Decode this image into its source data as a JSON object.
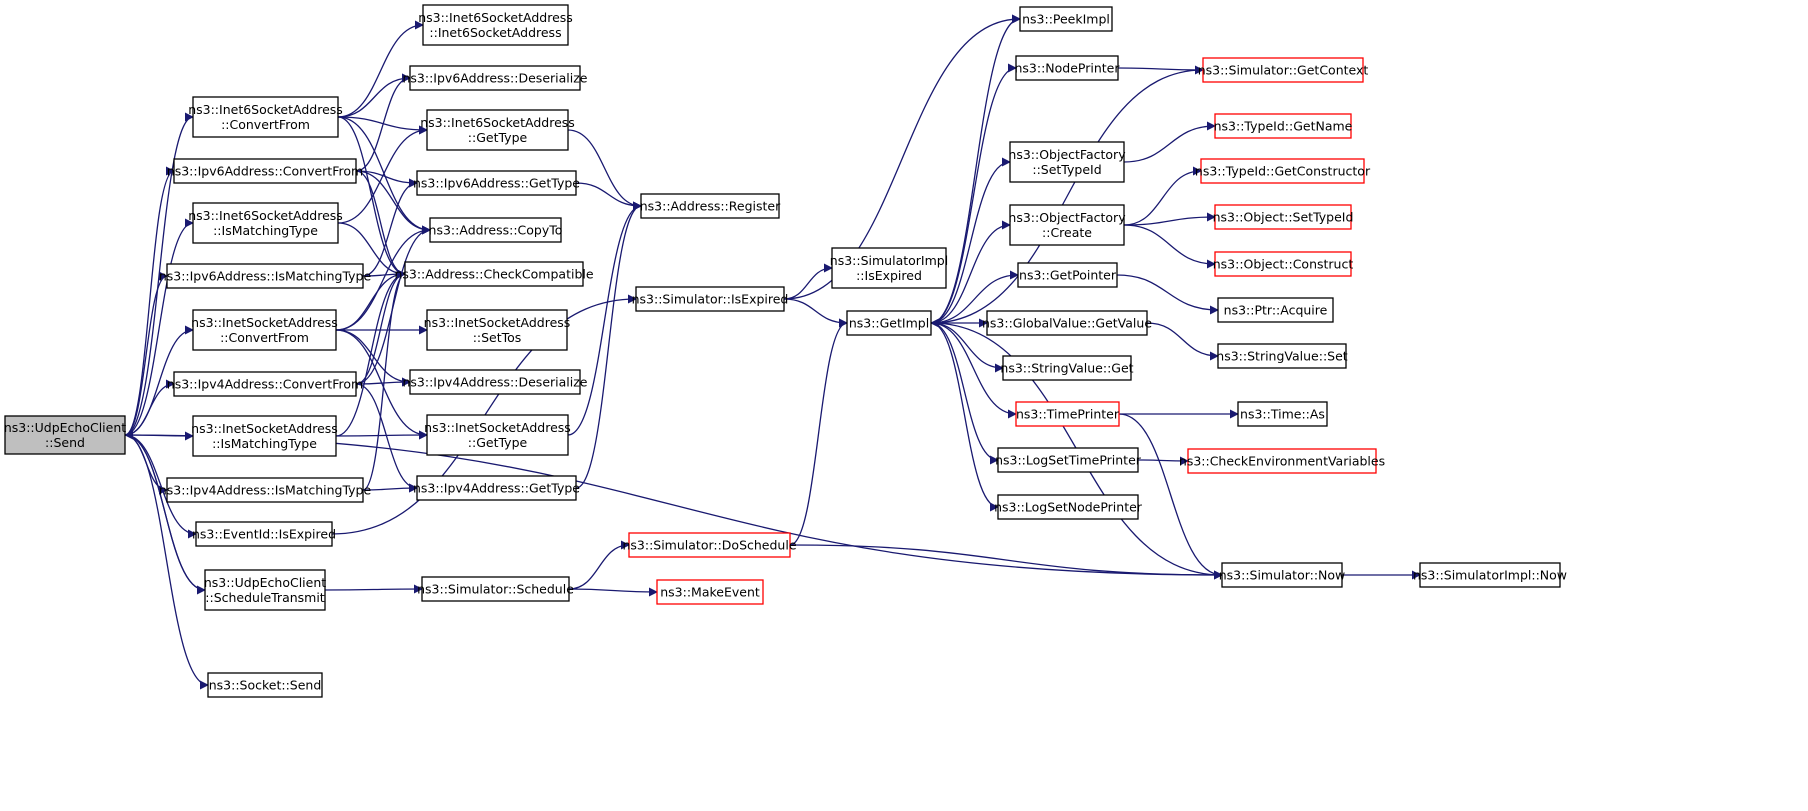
{
  "title": "",
  "colors": {
    "edge": "#191970",
    "border": "#000000",
    "truncated_border": "#ff0000",
    "root_fill": "#bfbfbf"
  },
  "nodes": [
    {
      "id": "send",
      "lines": [
        "ns3::UdpEchoClient",
        "::Send"
      ],
      "root": true
    },
    {
      "id": "i6s_convert",
      "lines": [
        "ns3::Inet6SocketAddress",
        "::ConvertFrom"
      ]
    },
    {
      "id": "ip6_convert",
      "lines": [
        "ns3::Ipv6Address::ConvertFrom"
      ]
    },
    {
      "id": "i6s_ismatch",
      "lines": [
        "ns3::Inet6SocketAddress",
        "::IsMatchingType"
      ]
    },
    {
      "id": "ip6_ismatch",
      "lines": [
        "ns3::Ipv6Address::IsMatchingType"
      ]
    },
    {
      "id": "is_convert",
      "lines": [
        "ns3::InetSocketAddress",
        "::ConvertFrom"
      ]
    },
    {
      "id": "ip4_convert",
      "lines": [
        "ns3::Ipv4Address::ConvertFrom"
      ]
    },
    {
      "id": "is_ismatch",
      "lines": [
        "ns3::InetSocketAddress",
        "::IsMatchingType"
      ]
    },
    {
      "id": "ip4_ismatch",
      "lines": [
        "ns3::Ipv4Address::IsMatchingType"
      ]
    },
    {
      "id": "eventid",
      "lines": [
        "ns3::EventId::IsExpired"
      ]
    },
    {
      "id": "schedtx",
      "lines": [
        "ns3::UdpEchoClient",
        "::ScheduleTransmit"
      ]
    },
    {
      "id": "socksend",
      "lines": [
        "ns3::Socket::Send"
      ]
    },
    {
      "id": "i6s_ctor",
      "lines": [
        "ns3::Inet6SocketAddress",
        "::Inet6SocketAddress"
      ]
    },
    {
      "id": "ip6_deser",
      "lines": [
        "ns3::Ipv6Address::Deserialize"
      ]
    },
    {
      "id": "i6s_gettype",
      "lines": [
        "ns3::Inet6SocketAddress",
        "::GetType"
      ]
    },
    {
      "id": "ip6_gettype",
      "lines": [
        "ns3::Ipv6Address::GetType"
      ]
    },
    {
      "id": "copyto",
      "lines": [
        "ns3::Address::CopyTo"
      ]
    },
    {
      "id": "checkcompat",
      "lines": [
        "ns3::Address::CheckCompatible"
      ]
    },
    {
      "id": "settos",
      "lines": [
        "ns3::InetSocketAddress",
        "::SetTos"
      ]
    },
    {
      "id": "ip4_deser",
      "lines": [
        "ns3::Ipv4Address::Deserialize"
      ]
    },
    {
      "id": "is_gettype",
      "lines": [
        "ns3::InetSocketAddress",
        "::GetType"
      ]
    },
    {
      "id": "ip4_gettype",
      "lines": [
        "ns3::Ipv4Address::GetType"
      ]
    },
    {
      "id": "register",
      "lines": [
        "ns3::Address::Register"
      ]
    },
    {
      "id": "sim_isexpired",
      "lines": [
        "ns3::Simulator::IsExpired"
      ]
    },
    {
      "id": "sim_schedule",
      "lines": [
        "ns3::Simulator::Schedule"
      ]
    },
    {
      "id": "doschedule",
      "lines": [
        "ns3::Simulator::DoSchedule"
      ],
      "truncated": true
    },
    {
      "id": "makeevent",
      "lines": [
        "ns3::MakeEvent"
      ],
      "truncated": true
    },
    {
      "id": "simimpl_isexpired",
      "lines": [
        "ns3::SimulatorImpl",
        "::IsExpired"
      ]
    },
    {
      "id": "getimpl",
      "lines": [
        "ns3::GetImpl"
      ]
    },
    {
      "id": "peekimpl",
      "lines": [
        "ns3::PeekImpl"
      ]
    },
    {
      "id": "nodeprinter",
      "lines": [
        "ns3::NodePrinter"
      ]
    },
    {
      "id": "of_settypeid",
      "lines": [
        "ns3::ObjectFactory",
        "::SetTypeId"
      ]
    },
    {
      "id": "of_create",
      "lines": [
        "ns3::ObjectFactory",
        "::Create"
      ]
    },
    {
      "id": "getpointer",
      "lines": [
        "ns3::GetPointer"
      ]
    },
    {
      "id": "gv_getvalue",
      "lines": [
        "ns3::GlobalValue::GetValue"
      ]
    },
    {
      "id": "sv_get",
      "lines": [
        "ns3::StringValue::Get"
      ]
    },
    {
      "id": "timeprinter",
      "lines": [
        "ns3::TimePrinter"
      ],
      "truncated": true
    },
    {
      "id": "logsettime",
      "lines": [
        "ns3::LogSetTimePrinter"
      ]
    },
    {
      "id": "logsetnode",
      "lines": [
        "ns3::LogSetNodePrinter"
      ]
    },
    {
      "id": "getcontext",
      "lines": [
        "ns3::Simulator::GetContext"
      ],
      "truncated": true
    },
    {
      "id": "tid_getname",
      "lines": [
        "ns3::TypeId::GetName"
      ],
      "truncated": true
    },
    {
      "id": "tid_getctor",
      "lines": [
        "ns3::TypeId::GetConstructor"
      ],
      "truncated": true
    },
    {
      "id": "obj_settypeid",
      "lines": [
        "ns3::Object::SetTypeId"
      ],
      "truncated": true
    },
    {
      "id": "obj_construct",
      "lines": [
        "ns3::Object::Construct"
      ],
      "truncated": true
    },
    {
      "id": "ptr_acquire",
      "lines": [
        "ns3::Ptr::Acquire"
      ]
    },
    {
      "id": "sv_set",
      "lines": [
        "ns3::StringValue::Set"
      ]
    },
    {
      "id": "time_as",
      "lines": [
        "ns3::Time::As"
      ]
    },
    {
      "id": "checkenv",
      "lines": [
        "ns3::CheckEnvironmentVariables"
      ],
      "truncated": true
    },
    {
      "id": "sim_now",
      "lines": [
        "ns3::Simulator::Now"
      ]
    },
    {
      "id": "simimpl_now",
      "lines": [
        "ns3::SimulatorImpl::Now"
      ]
    }
  ],
  "edges": [
    [
      "send",
      "i6s_convert"
    ],
    [
      "send",
      "ip6_convert"
    ],
    [
      "send",
      "i6s_ismatch"
    ],
    [
      "send",
      "ip6_ismatch"
    ],
    [
      "send",
      "is_convert"
    ],
    [
      "send",
      "ip4_convert"
    ],
    [
      "send",
      "is_ismatch"
    ],
    [
      "send",
      "ip4_ismatch"
    ],
    [
      "send",
      "eventid"
    ],
    [
      "send",
      "schedtx"
    ],
    [
      "send",
      "socksend"
    ],
    [
      "send",
      "sim_now"
    ],
    [
      "schedtx",
      "send"
    ],
    [
      "i6s_convert",
      "i6s_ctor"
    ],
    [
      "i6s_convert",
      "ip6_deser"
    ],
    [
      "i6s_convert",
      "i6s_gettype"
    ],
    [
      "i6s_convert",
      "copyto"
    ],
    [
      "i6s_convert",
      "checkcompat"
    ],
    [
      "ip6_convert",
      "ip6_deser"
    ],
    [
      "ip6_convert",
      "ip6_gettype"
    ],
    [
      "ip6_convert",
      "copyto"
    ],
    [
      "ip6_convert",
      "checkcompat"
    ],
    [
      "i6s_ismatch",
      "i6s_gettype"
    ],
    [
      "i6s_ismatch",
      "checkcompat"
    ],
    [
      "ip6_ismatch",
      "ip6_gettype"
    ],
    [
      "ip6_ismatch",
      "checkcompat"
    ],
    [
      "is_convert",
      "copyto"
    ],
    [
      "is_convert",
      "checkcompat"
    ],
    [
      "is_convert",
      "settos"
    ],
    [
      "is_convert",
      "ip4_deser"
    ],
    [
      "is_convert",
      "is_gettype"
    ],
    [
      "ip4_convert",
      "copyto"
    ],
    [
      "ip4_convert",
      "checkcompat"
    ],
    [
      "ip4_convert",
      "ip4_deser"
    ],
    [
      "ip4_convert",
      "ip4_gettype"
    ],
    [
      "is_ismatch",
      "is_gettype"
    ],
    [
      "is_ismatch",
      "checkcompat"
    ],
    [
      "ip4_ismatch",
      "ip4_gettype"
    ],
    [
      "ip4_ismatch",
      "checkcompat"
    ],
    [
      "i6s_gettype",
      "register"
    ],
    [
      "ip6_gettype",
      "register"
    ],
    [
      "is_gettype",
      "register"
    ],
    [
      "ip4_gettype",
      "register"
    ],
    [
      "eventid",
      "sim_isexpired"
    ],
    [
      "schedtx",
      "sim_schedule"
    ],
    [
      "sim_schedule",
      "doschedule"
    ],
    [
      "sim_schedule",
      "makeevent"
    ],
    [
      "doschedule",
      "getimpl"
    ],
    [
      "doschedule",
      "sim_now"
    ],
    [
      "sim_isexpired",
      "simimpl_isexpired"
    ],
    [
      "sim_isexpired",
      "getimpl"
    ],
    [
      "sim_isexpired",
      "peekimpl"
    ],
    [
      "getimpl",
      "peekimpl"
    ],
    [
      "getimpl",
      "nodeprinter"
    ],
    [
      "getimpl",
      "of_settypeid"
    ],
    [
      "getimpl",
      "of_create"
    ],
    [
      "getimpl",
      "getpointer"
    ],
    [
      "getimpl",
      "gv_getvalue"
    ],
    [
      "getimpl",
      "sv_get"
    ],
    [
      "getimpl",
      "timeprinter"
    ],
    [
      "getimpl",
      "logsettime"
    ],
    [
      "getimpl",
      "logsetnode"
    ],
    [
      "nodeprinter",
      "getcontext"
    ],
    [
      "getcontext",
      "getimpl"
    ],
    [
      "of_settypeid",
      "tid_getname"
    ],
    [
      "of_create",
      "tid_getctor"
    ],
    [
      "of_create",
      "obj_settypeid"
    ],
    [
      "of_create",
      "obj_construct"
    ],
    [
      "getpointer",
      "ptr_acquire"
    ],
    [
      "gv_getvalue",
      "sv_set"
    ],
    [
      "timeprinter",
      "time_as"
    ],
    [
      "timeprinter",
      "sim_now"
    ],
    [
      "logsettime",
      "checkenv"
    ],
    [
      "sim_now",
      "getimpl"
    ],
    [
      "sim_now",
      "simimpl_now"
    ]
  ]
}
